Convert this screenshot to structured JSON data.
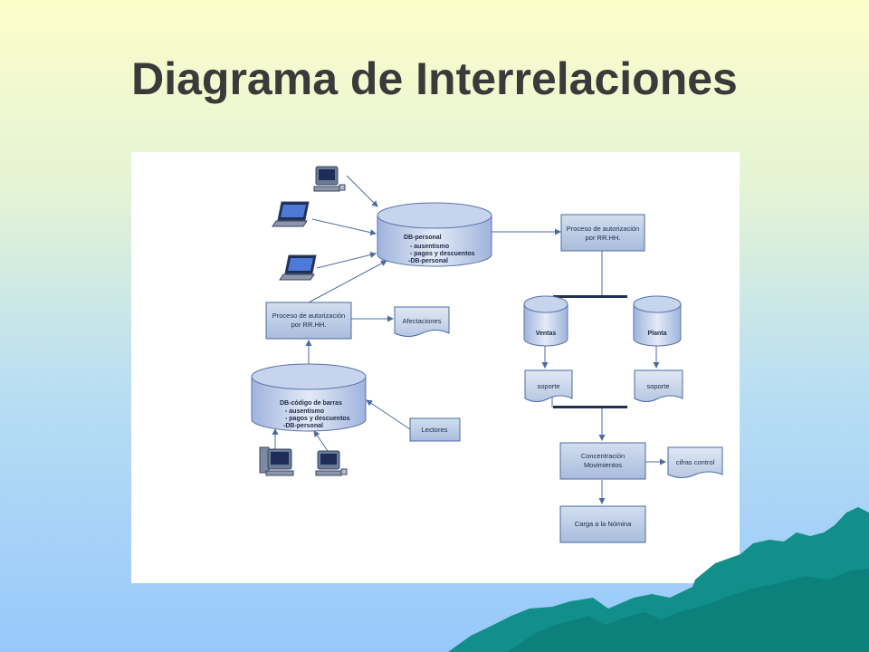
{
  "slide": {
    "title": "Diagrama de Interrelaciones"
  },
  "diagram": {
    "db_personal": {
      "title": "DB-personal",
      "lines": [
        "- ausentismo",
        "- pagos y descuentos",
        "-DB-personal"
      ]
    },
    "proceso_autorizacion_left": [
      "Proceso de autorización",
      "por RR.HH."
    ],
    "afectaciones": "Afectaciones",
    "db_codigo_barras": {
      "title": "DB-código de barras",
      "lines": [
        "- ausentismo",
        "- pagos y descuentos",
        "-DB-personal"
      ]
    },
    "lectores": "Lectores",
    "proceso_autorizacion_right": [
      "Proceso de autorización",
      "por RR.HH."
    ],
    "ventas": "Ventas",
    "planta": "Planta",
    "soporte_left": "soporte",
    "soporte_right": "soporte",
    "concentracion": [
      "Concentración",
      "Movimientos"
    ],
    "cifras_control": "cifras control",
    "carga_nomina": "Carga a la Nómina"
  },
  "colors": {
    "box_fill": "#b9c9e2",
    "box_stroke": "#4a6b9e",
    "arrow": "#4a6da0",
    "title": "#3a3a3a",
    "mountain": "#0e8e88"
  },
  "icons": [
    "desktop-computer-icon",
    "laptop-icon"
  ]
}
